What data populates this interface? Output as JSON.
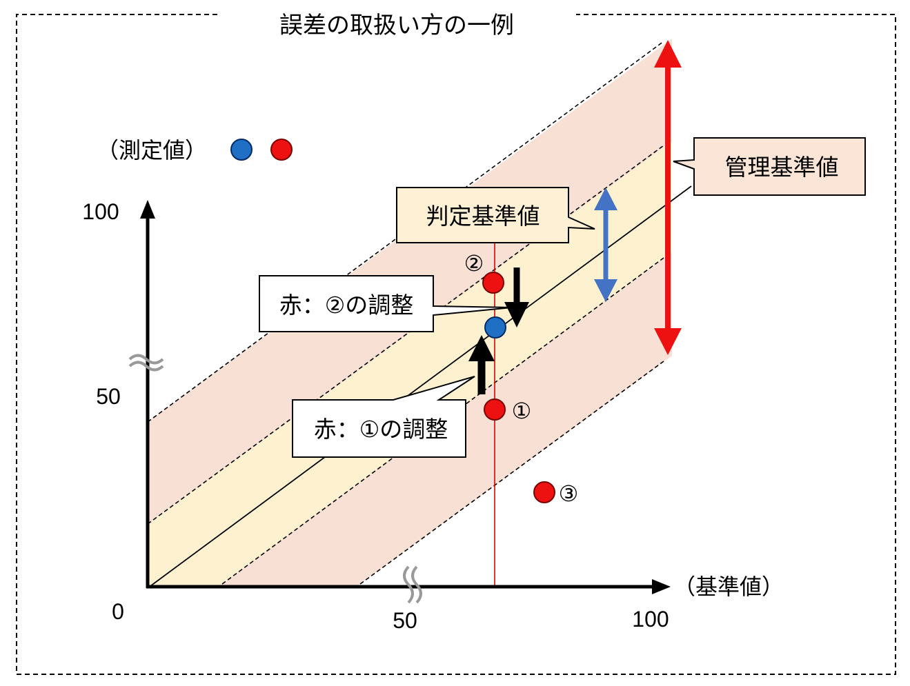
{
  "title": "誤差の取扱い方の一例",
  "legend": {
    "label": "（測定値）",
    "colors": [
      "#1f6fc5",
      "#ee1111"
    ]
  },
  "axes": {
    "y_label": "",
    "x_label": "（基準値）",
    "y_ticks": [
      "100",
      "50"
    ],
    "x_ticks": [
      "50",
      "100"
    ],
    "origin": "0"
  },
  "callouts": {
    "control": "管理基準値",
    "judgment": "判定基準値",
    "adjust2": "赤：②の調整",
    "adjust1": "赤：①の調整"
  },
  "points": {
    "p1": "①",
    "p2": "②",
    "p3": "③"
  },
  "colors": {
    "outer_band": "#f8e0d4",
    "inner_band": "#fdf1cf",
    "red_dot": "#ee1111",
    "blue_dot": "#1f6fc5",
    "red_arrow": "#ee1111",
    "blue_arrow": "#4472c4",
    "callout_fill": "#fbe5d6",
    "judgment_fill": "#fdf0d5"
  }
}
